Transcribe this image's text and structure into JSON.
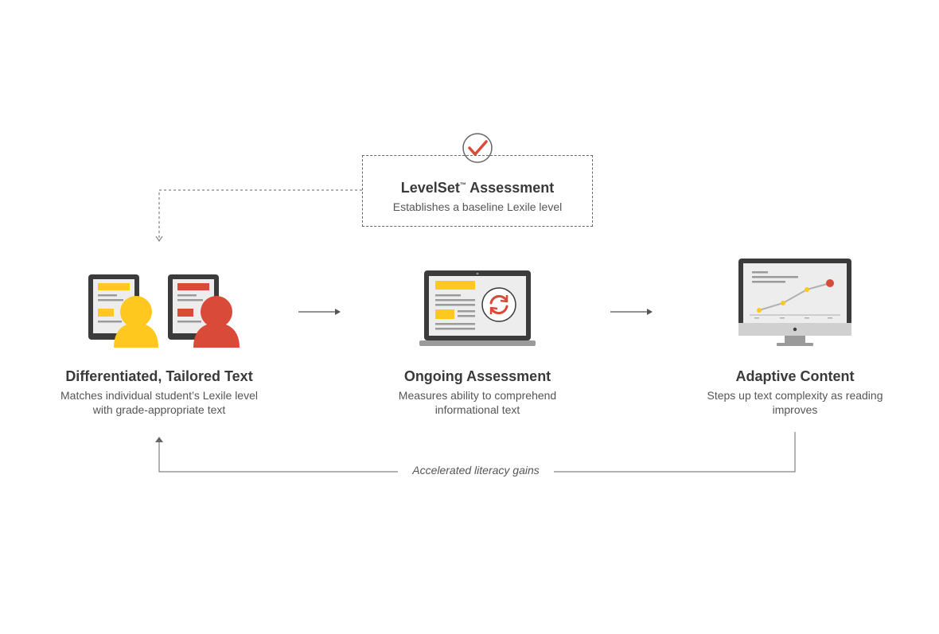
{
  "levelset": {
    "title": "LevelSet",
    "tm": "™",
    "title_suffix": " Assessment",
    "desc": "Establishes a baseline Lexile level"
  },
  "nodes": [
    {
      "title": "Differentiated, Tailored Text",
      "desc_line1": "Matches individual student’s Lexile level",
      "desc_line2": "with grade-appropriate text"
    },
    {
      "title": "Ongoing Assessment",
      "desc_line1": "Measures ability to comprehend",
      "desc_line2": "informational text"
    },
    {
      "title": "Adaptive Content",
      "desc_line1": "Steps up text complexity as reading",
      "desc_line2": "improves"
    }
  ],
  "loop_label": "Accelerated literacy gains",
  "colors": {
    "yellow": "#ffc81e",
    "red": "#d94a38",
    "dark": "#3b3b3b",
    "gray": "#9a9a9a",
    "screen": "#ededed",
    "line": "#666666"
  }
}
